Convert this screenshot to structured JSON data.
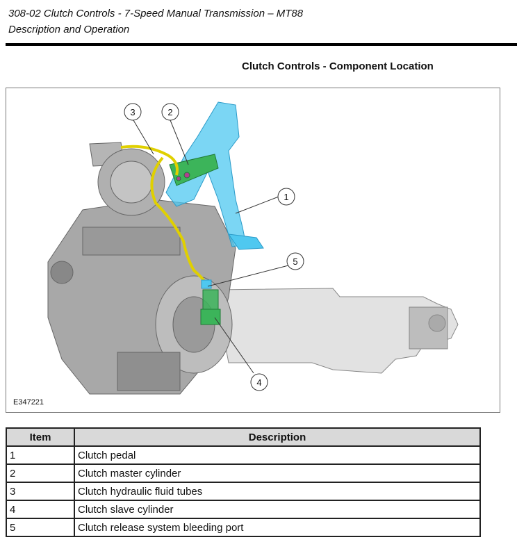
{
  "header": {
    "line1": "308-02 Clutch Controls - 7-Speed Manual Transmission – MT88",
    "line2": "Description and Operation"
  },
  "section_title": "Clutch Controls - Component Location",
  "figure": {
    "id": "E347221",
    "callouts": [
      "1",
      "2",
      "3",
      "4",
      "5"
    ],
    "colors": {
      "pedal": "#4fc8f0",
      "master_cylinder": "#3cb45a",
      "tubes": "#e0d000",
      "slave_cylinder": "#3cb45a",
      "engine": "#9a9a9a"
    }
  },
  "table": {
    "headers": [
      "Item",
      "Description"
    ],
    "rows": [
      {
        "item": "1",
        "description": "Clutch pedal"
      },
      {
        "item": "2",
        "description": "Clutch master cylinder"
      },
      {
        "item": "3",
        "description": "Clutch hydraulic fluid tubes"
      },
      {
        "item": "4",
        "description": "Clutch slave cylinder"
      },
      {
        "item": "5",
        "description": "Clutch release system bleeding port"
      }
    ]
  }
}
